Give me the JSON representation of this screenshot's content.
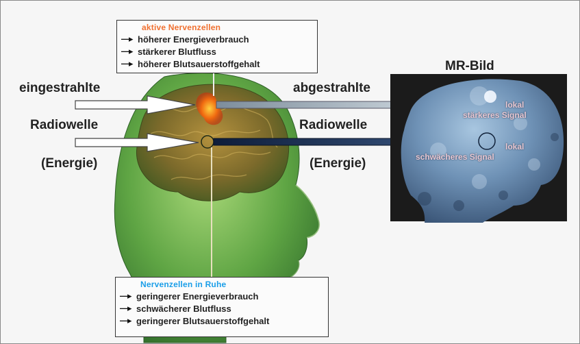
{
  "top_box": {
    "title": "aktive Nervenzellen",
    "title_color": "#f07030",
    "lines": [
      "höherer Energieverbrauch",
      "stärkerer Blutfluss",
      "höherer Blutsauerstoffgehalt"
    ]
  },
  "bottom_box": {
    "title": "Nervenzellen in Ruhe",
    "title_color": "#1a9ee8",
    "lines": [
      "geringerer Energieverbrauch",
      "schwächerer Blutfluss",
      "geringerer Blutsauerstoffgehalt"
    ]
  },
  "left_labels": {
    "line1": "eingestrahlte",
    "line2": "Radiowelle",
    "line3": "(Energie)"
  },
  "middle_labels": {
    "line1": "abgestrahlte",
    "line2": "Radiowelle",
    "line3": "(Energie)"
  },
  "mr_image": {
    "title": "MR-Bild",
    "strong_signal": [
      "lokal",
      "stärkeres Signal"
    ],
    "weak_signal": [
      "lokal",
      "schwächeres Signal"
    ]
  },
  "colors": {
    "head_green": "#4f9a3a",
    "brain_brown": "#8a6a2a",
    "active_spot": "#f06a10",
    "mr_background": "#1b1b1b",
    "mr_brain": "#6a8cae"
  }
}
